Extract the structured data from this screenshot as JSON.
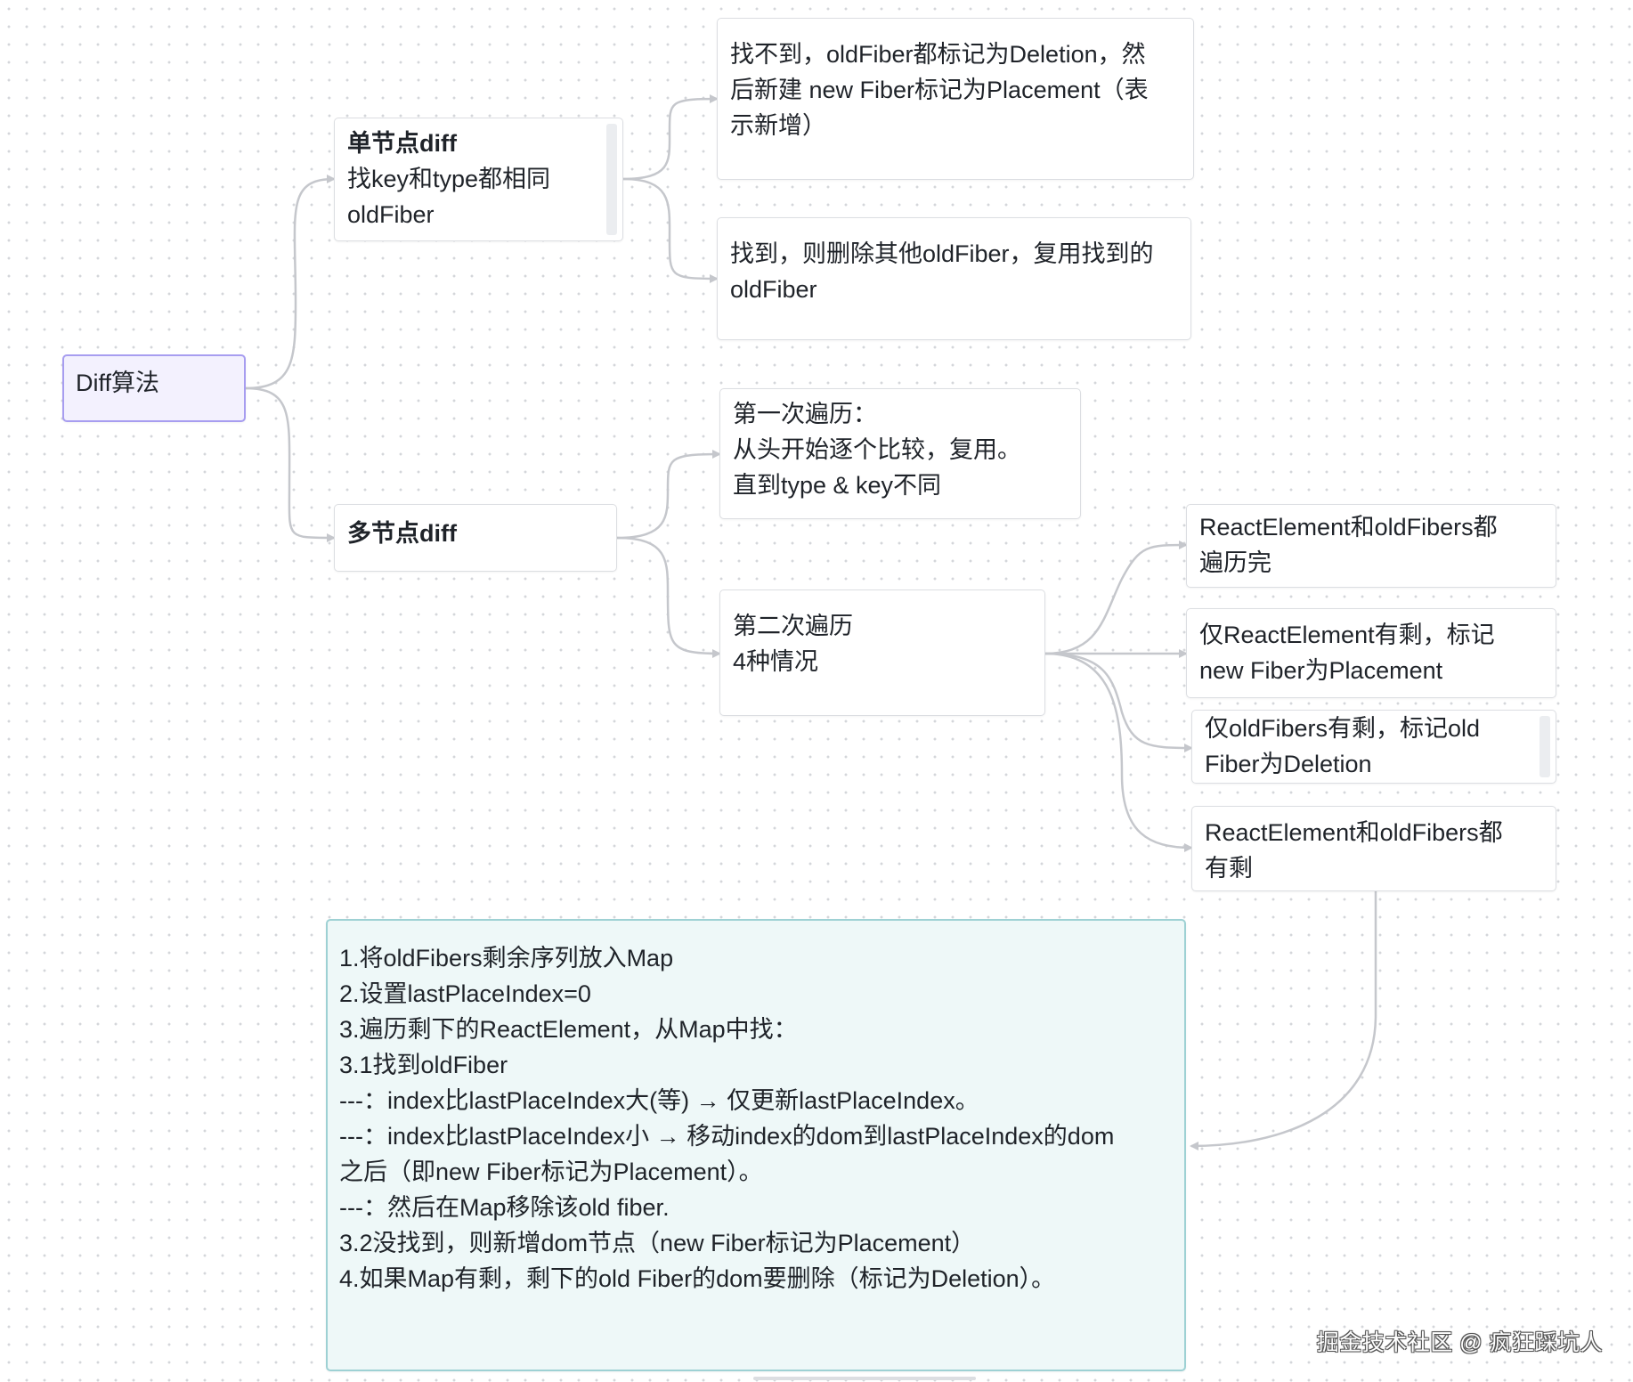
{
  "diagram": {
    "root": {
      "label": "Diff算法"
    },
    "single": {
      "title": "单节点diff",
      "lines": [
        "找key和type都相同",
        "oldFiber"
      ]
    },
    "single_not_found": {
      "lines": [
        "找不到，oldFiber都标记为Deletion，然",
        "后新建 new Fiber标记为Placement（表",
        "示新增）"
      ]
    },
    "single_found": {
      "lines": [
        "找到，则删除其他oldFiber，复用找到的",
        "oldFiber"
      ]
    },
    "multi": {
      "title": "多节点diff"
    },
    "first_pass": {
      "lines": [
        "第一次遍历：",
        "从头开始逐个比较，复用。",
        "直到type & key不同"
      ]
    },
    "second_pass": {
      "lines": [
        "第二次遍历",
        "4种情况"
      ]
    },
    "case1": {
      "lines": [
        "ReactElement和oldFibers都",
        "遍历完"
      ]
    },
    "case2": {
      "lines": [
        "仅ReactElement有剩，标记",
        "new Fiber为Placement"
      ]
    },
    "case3": {
      "lines": [
        "仅oldFibers有剩，标记old",
        "Fiber为Deletion"
      ]
    },
    "case4": {
      "lines": [
        "ReactElement和oldFibers都",
        "有剩"
      ]
    },
    "case4_detail": {
      "lines": [
        "1.将oldFibers剩余序列放入Map",
        "2.设置lastPlaceIndex=0",
        "3.遍历剩下的ReactElement，从Map中找：",
        "3.1找到oldFiber",
        "---：index比lastPlaceIndex大(等) → 仅更新lastPlaceIndex。",
        "---：index比lastPlaceIndex小 → 移动index的dom到lastPlaceIndex的dom",
        "之后（即new Fiber标记为Placement）。",
        "---：然后在Map移除该old fiber.",
        "3.2没找到，则新增dom节点（new Fiber标记为Placement）",
        "4.如果Map有剩，剩下的old Fiber的dom要删除（标记为Deletion）。"
      ]
    }
  },
  "watermark": "掘金技术社区 @ 疯狂踩坑人",
  "colors": {
    "edge": "#c5c7cc",
    "root_fill": "#f3f1fe",
    "root_border": "#a79df0",
    "note_fill": "#eef8f8",
    "note_border": "#9ed1d4"
  }
}
